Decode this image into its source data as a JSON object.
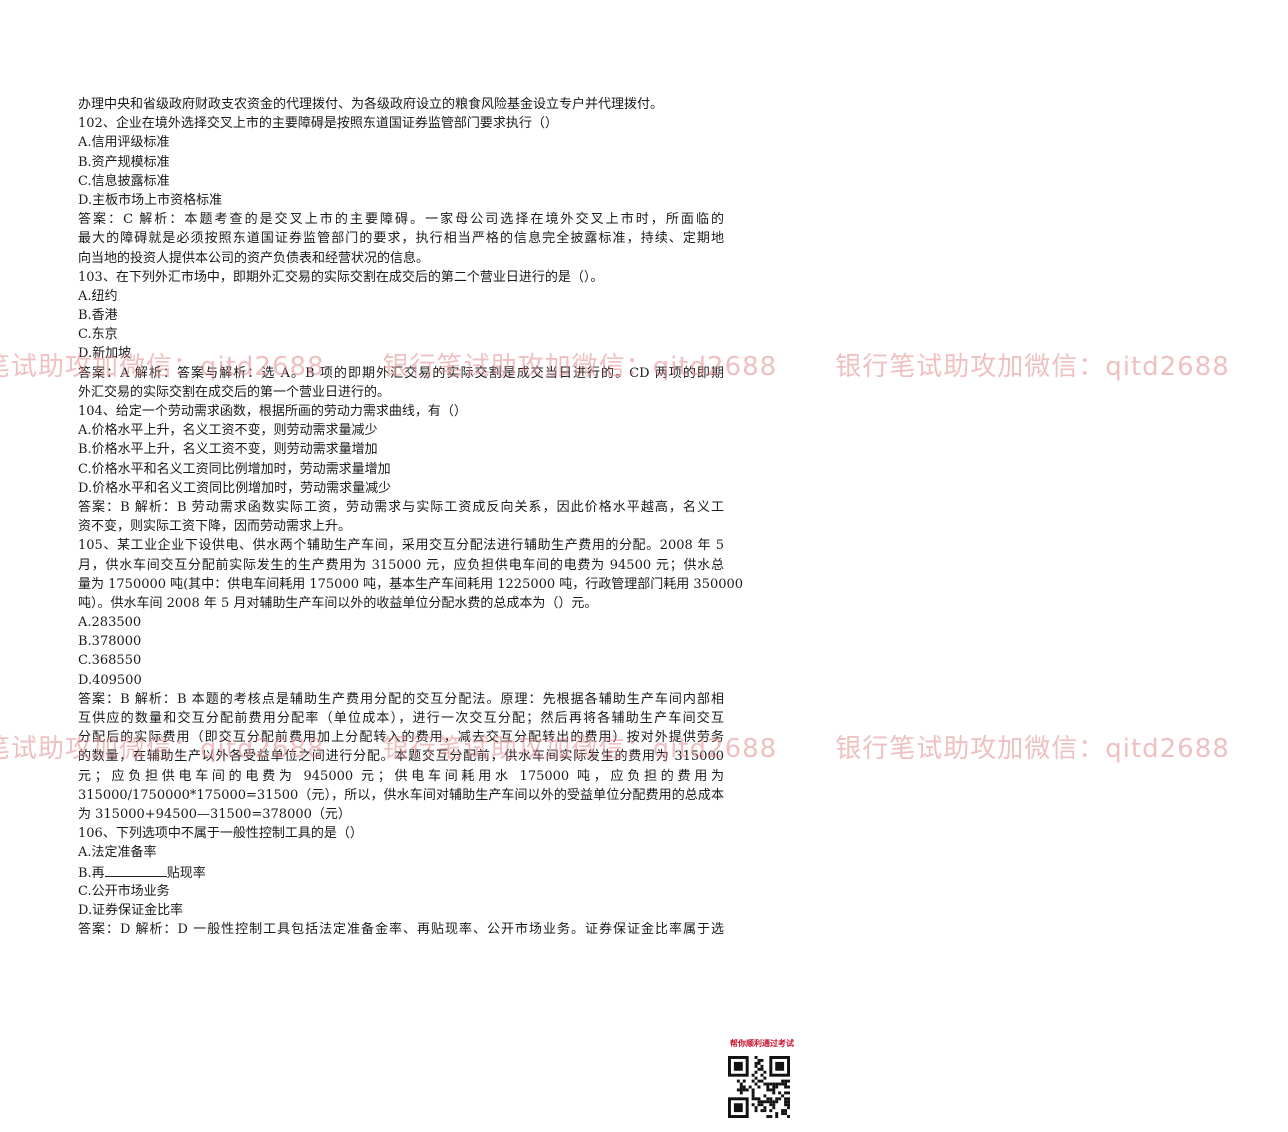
{
  "lines": [
    {
      "text": "办理中央和省级政府财政支农资金的代理拨付、为各级政府设立的粮食风险基金设立专户并代理拨付。",
      "just": false
    },
    {
      "text": "102、企业在境外选择交叉上市的主要障碍是按照东道国证券监管部门要求执行（）",
      "just": false
    },
    {
      "text": "A.信用评级标准",
      "just": false
    },
    {
      "text": "B.资产规模标准",
      "just": false
    },
    {
      "text": "C.信息披露标准",
      "just": false
    },
    {
      "text": "D.主板市场上市资格标准",
      "just": false
    },
    {
      "text": "答案：C 解析：本题考查的是交叉上市的主要障碍。一家母公司选择在境外交叉上市时，所面临的",
      "just": true
    },
    {
      "text": "最大的障碍就是必须按照东道国证券监管部门的要求，执行相当严格的信息完全披露标准，持续、定期地",
      "just": true
    },
    {
      "text": "向当地的投资人提供本公司的资产负债表和经营状况的信息。",
      "just": false
    },
    {
      "text": "103、在下列外汇市场中，即期外汇交易的实际交割在成交后的第二个营业日进行的是（）。",
      "just": false
    },
    {
      "text": "A.纽约",
      "just": false
    },
    {
      "text": "B.香港",
      "just": false
    },
    {
      "text": "C.东京",
      "just": false
    },
    {
      "text": "D.新加坡",
      "just": false
    },
    {
      "text": "答案：A 解析：答案与解析：选 A。B 项的即期外汇交易的实际交割是成交当日进行的。CD 两项的即期",
      "just": true
    },
    {
      "text": "外汇交易的实际交割在成交后的第一个营业日进行的。",
      "just": false
    },
    {
      "text": "104、给定一个劳动需求函数，根据所画的劳动力需求曲线，有（）",
      "just": false
    },
    {
      "text": "A.价格水平上升，名义工资不变，则劳动需求量减少",
      "just": false
    },
    {
      "text": "B.价格水平上升，名义工资不变，则劳动需求量增加",
      "just": false
    },
    {
      "text": "C.价格水平和名义工资同比例增加时，劳动需求量增加",
      "just": false
    },
    {
      "text": "D.价格水平和名义工资同比例增加时，劳动需求量减少",
      "just": false
    },
    {
      "text": "答案：B 解析：B 劳动需求函数实际工资，劳动需求与实际工资成反向关系，因此价格水平越高，名义工",
      "just": true
    },
    {
      "text": "资不变，则实际工资下降，因而劳动需求上升。",
      "just": false
    },
    {
      "text": "105、某工业企业下设供电、供水两个辅助生产车间，采用交互分配法进行辅助生产费用的分配。2008 年 5",
      "just": true
    },
    {
      "text": "月，供水车间交互分配前实际发生的生产费用为 315000 元，应负担供电车间的电费为 94500 元；供水总",
      "just": true
    },
    {
      "text": "量为 1750000 吨(其中：供电车间耗用 175000 吨，基本生产车间耗用 1225000 吨，行政管理部门耗用 350000",
      "just": true
    },
    {
      "text": "吨）。供水车间 2008 年 5 月对辅助生产车间以外的收益单位分配水费的总成本为（）元。",
      "just": false
    },
    {
      "text": "A.283500",
      "just": false
    },
    {
      "text": "B.378000",
      "just": false
    },
    {
      "text": "C.368550",
      "just": false
    },
    {
      "text": "D.409500",
      "just": false
    },
    {
      "text": "答案：B 解析：B 本题的考核点是辅助生产费用分配的交互分配法。原理：先根据各辅助生产车间内部相",
      "just": true
    },
    {
      "text": "互供应的数量和交互分配前费用分配率（单位成本），进行一次交互分配；然后再将各辅助生产车间交互",
      "just": true
    },
    {
      "text": "分配后的实际费用（即交互分配前费用加上分配转入的费用，减去交互分配转出的费用）按对外提供劳务",
      "just": true
    },
    {
      "text": "的数量，在辅助生产以外各受益单位之间进行分配。本题交互分配前，供水车间实际发生的费用为 315000",
      "just": true
    },
    {
      "text": "元；应负担供电车间的电费为 945000 元；供电车间耗用水 175000 吨，应负担的费用为",
      "just": true
    },
    {
      "text": "315000/1750000*175000=31500（元），所以，供水车间对辅助生产车间以外的受益单位分配费用的总成本",
      "just": true
    },
    {
      "text": "为 315000+94500—31500=378000（元）",
      "just": false
    },
    {
      "text": "106、下列选项中不属于一般性控制工具的是（）",
      "just": false
    },
    {
      "text": "A.法定准备率",
      "just": false
    },
    {
      "text": "B.再",
      "after": "贴现率",
      "blank": true,
      "just": false
    },
    {
      "text": "C.公开市场业务",
      "just": false
    },
    {
      "text": "D.证券保证金比率",
      "just": false
    },
    {
      "text": "答案：D 解析：D 一般性控制工具包括法定准备金率、再贴现率、公开市场业务。证券保证金比率属于选",
      "just": true
    }
  ],
  "watermark": {
    "text": "银行笔试助攻加微信：qitd2688",
    "color": "#e28c8c"
  },
  "qr": {
    "title": "帮你顺利通过考试"
  }
}
